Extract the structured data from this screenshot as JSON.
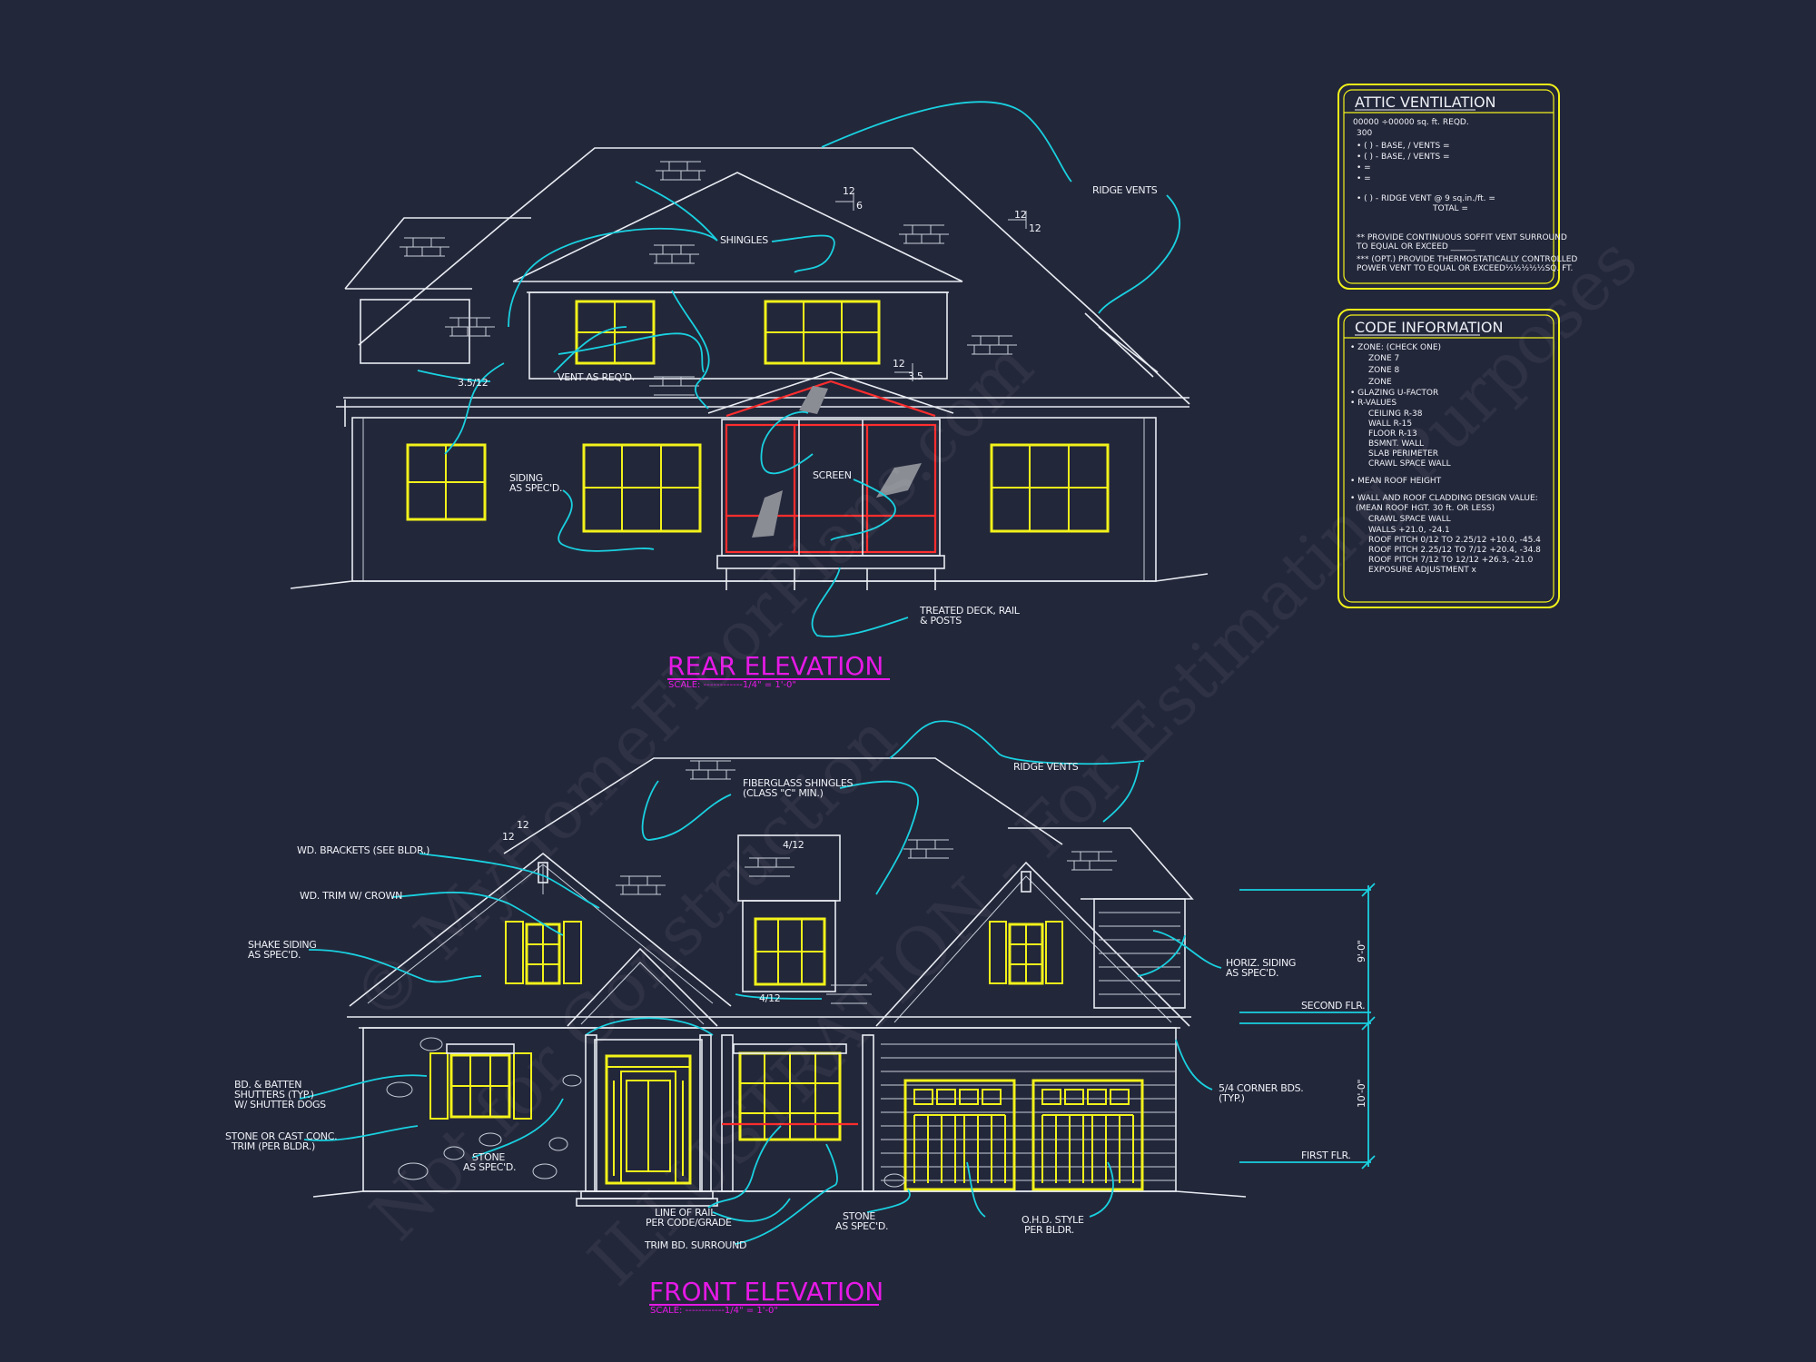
{
  "watermark": {
    "line1": "© MyHomeFloorPlans.com",
    "line2": "Not for Construction",
    "line3": "ILLUSTRATION - For Estimating Purposes"
  },
  "rear_elevation": {
    "title": "REAR ELEVATION",
    "scale": "SCALE: ------------1/4\" = 1'-0\"",
    "labels": {
      "ridge_vents": "RIDGE VENTS",
      "shingles": "SHINGLES",
      "vent": "VENT AS REQ'D.",
      "siding_1": "SIDING",
      "siding_2": "AS SPEC'D.",
      "screen": "SCREEN",
      "deck_1": "TREATED DECK, RAIL",
      "deck_2": "& POSTS",
      "pitch_a_top": "12",
      "pitch_a_side": "6",
      "pitch_b_top": "12",
      "pitch_b_side": "12",
      "pitch_c": "3.5/12",
      "pitch_d_top": "12",
      "pitch_d_side": "3.5"
    }
  },
  "front_elevation": {
    "title": "FRONT ELEVATION",
    "scale": "SCALE: ------------1/4\" = 1'-0\"",
    "labels": {
      "ridge_vents": "RIDGE VENTS",
      "shingles_1": "FIBERGLASS SHINGLES",
      "shingles_2": "(CLASS \"C\" MIN.)",
      "pitch_412_a": "4/12",
      "pitch_412_b": "4/12",
      "pitch_12_top": "12",
      "pitch_12_side": "12",
      "brackets": "WD. BRACKETS (SEE BLDR.)",
      "trim": "WD. TRIM W/ CROWN",
      "shake_1": "SHAKE SIDING",
      "shake_2": "AS SPEC'D.",
      "shutters_1": "BD. & BATTEN",
      "shutters_2": "SHUTTERS (TYP.)",
      "shutters_3": "W/ SHUTTER DOGS",
      "stone_trim_1": "STONE OR CAST CONC.",
      "stone_trim_2": "TRIM (PER BLDR.)",
      "stone_a_1": "STONE",
      "stone_a_2": "AS SPEC'D.",
      "rail_1": "LINE OF RAIL",
      "rail_2": "PER CODE/GRADE",
      "trim_bd": "TRIM BD. SURROUND",
      "stone_b_1": "STONE",
      "stone_b_2": "AS SPEC'D.",
      "garage_1": "O.H.D. STYLE",
      "garage_2": "PER BLDR.",
      "horiz_1": "HORIZ. SIDING",
      "horiz_2": "AS SPEC'D.",
      "corner_1": "5/4 CORNER BDS.",
      "corner_2": "(TYP.)",
      "second_flr": "SECOND FLR.",
      "first_flr": "FIRST FLR.",
      "dim_upper": "9'-0\"",
      "dim_lower": "10'-0\""
    }
  },
  "attic_ventilation": {
    "title": "ATTIC VENTILATION",
    "lines": [
      "00000 ÷00000 sq. ft. REQD.",
      "300",
      "• (    ) -          BASE,    /    VENTS   =",
      "• (    ) -          BASE,    /    VENTS   =",
      "•                                                        =",
      "•                                                        =",
      "• (    ) - RIDGE VENT @ 9 sq.in./ft.     =",
      "TOTAL          =",
      "** PROVIDE CONTINUOUS SOFFIT VENT SURROUND",
      "    TO EQUAL OR EXCEED ______",
      "*** (OPT.) PROVIDE THERMOSTATICALLY CONTROLLED",
      "    POWER VENT TO EQUAL OR EXCEED½½½½½SQ. FT."
    ]
  },
  "code_information": {
    "title": "CODE INFORMATION",
    "lines": [
      "• ZONE: (CHECK ONE)",
      "ZONE 7",
      "ZONE 8",
      "ZONE",
      "• GLAZING U-FACTOR",
      "• R-VALUES",
      "CEILING                   R-38",
      "WALL                        R-15",
      "FLOOR                     R-13",
      "BSMNT. WALL",
      "SLAB PERIMETER",
      "CRAWL SPACE WALL",
      "• MEAN ROOF HEIGHT",
      "• WALL AND ROOF CLADDING DESIGN VALUE:",
      "(MEAN ROOF HGT. 30 ft. OR LESS)",
      "CRAWL SPACE WALL",
      "WALLS                                   +21.0, -24.1",
      "ROOF PITCH 0/12 TO 2.25/12    +10.0, -45.4",
      "ROOF PITCH 2.25/12 TO 7/12    +20.4, -34.8",
      "ROOF PITCH 7/12 TO 12/12      +26.3, -21.0",
      "EXPOSURE ADJUSTMENT           x"
    ]
  }
}
